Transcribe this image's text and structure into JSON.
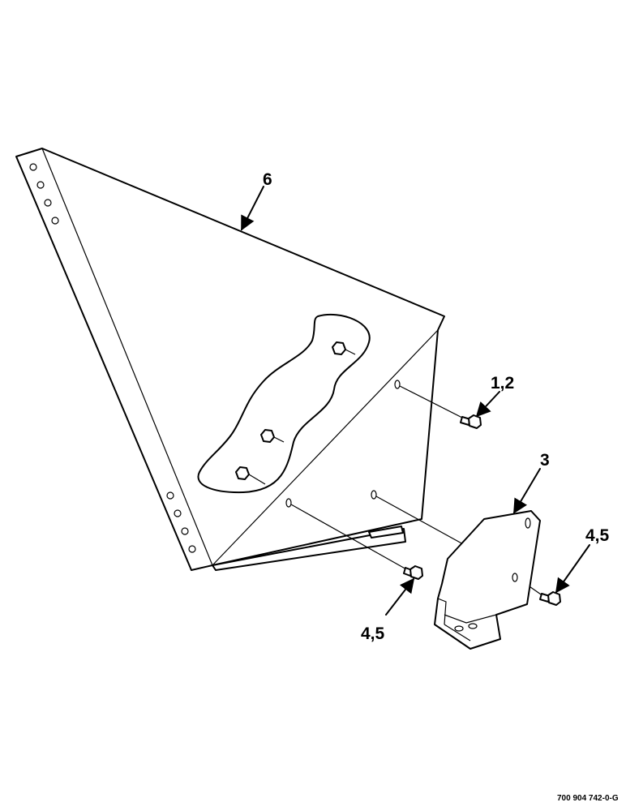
{
  "callouts": {
    "part_6": "6",
    "part_1_2": "1,2",
    "part_3": "3",
    "part_4_5_right": "4,5",
    "part_4_5_bottom": "4,5"
  },
  "drawing_number": "700 904 742-0-G"
}
